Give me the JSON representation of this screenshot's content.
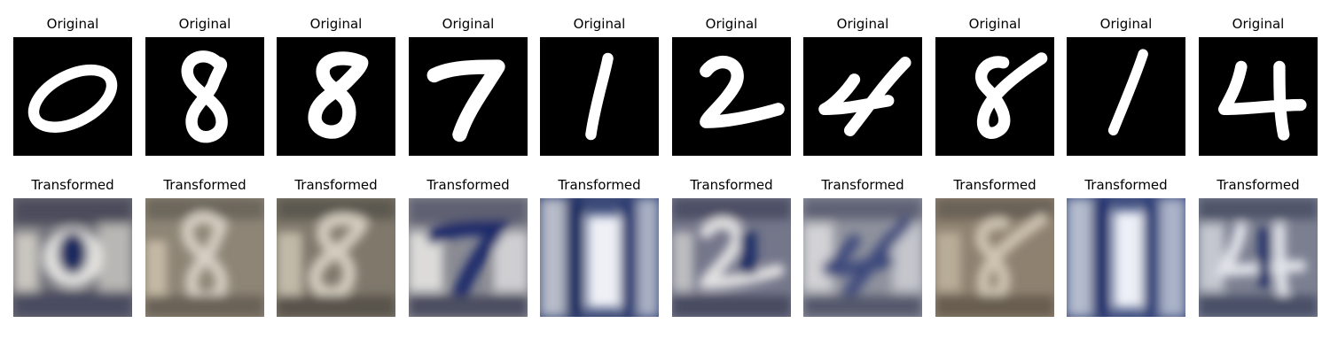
{
  "figure": {
    "rows": [
      {
        "row_title": "Original",
        "style": "mnist",
        "cells": [
          {
            "title": "Original",
            "digit_icon": "digit-0-icon",
            "digit": "0"
          },
          {
            "title": "Original",
            "digit_icon": "digit-8-icon",
            "digit": "8"
          },
          {
            "title": "Original",
            "digit_icon": "digit-8-icon",
            "digit": "8"
          },
          {
            "title": "Original",
            "digit_icon": "digit-7-icon",
            "digit": "7"
          },
          {
            "title": "Original",
            "digit_icon": "digit-1-icon",
            "digit": "1"
          },
          {
            "title": "Original",
            "digit_icon": "digit-2-icon",
            "digit": "2"
          },
          {
            "title": "Original",
            "digit_icon": "digit-4-icon",
            "digit": "4"
          },
          {
            "title": "Original",
            "digit_icon": "digit-8-icon",
            "digit": "8"
          },
          {
            "title": "Original",
            "digit_icon": "digit-1-icon",
            "digit": "1"
          },
          {
            "title": "Original",
            "digit_icon": "digit-4-icon",
            "digit": "4"
          }
        ]
      },
      {
        "row_title": "Transformed",
        "style": "svhn-like",
        "cells": [
          {
            "title": "Transformed",
            "digit_icon": "digit-0-icon",
            "digit": "0"
          },
          {
            "title": "Transformed",
            "digit_icon": "digit-8-icon",
            "digit": "8"
          },
          {
            "title": "Transformed",
            "digit_icon": "digit-8-icon",
            "digit": "8"
          },
          {
            "title": "Transformed",
            "digit_icon": "digit-7-icon",
            "digit": "7"
          },
          {
            "title": "Transformed",
            "digit_icon": "digit-1-icon",
            "digit": "1"
          },
          {
            "title": "Transformed",
            "digit_icon": "digit-2-icon",
            "digit": "2"
          },
          {
            "title": "Transformed",
            "digit_icon": "digit-4-icon",
            "digit": "4"
          },
          {
            "title": "Transformed",
            "digit_icon": "digit-8-icon",
            "digit": "8"
          },
          {
            "title": "Transformed",
            "digit_icon": "digit-1-icon",
            "digit": "1"
          },
          {
            "title": "Transformed",
            "digit_icon": "digit-4-icon",
            "digit": "4"
          }
        ]
      }
    ],
    "colors": {
      "mnist_bg": "#000000",
      "mnist_fg": "#ffffff",
      "title_text": "#000000"
    }
  }
}
